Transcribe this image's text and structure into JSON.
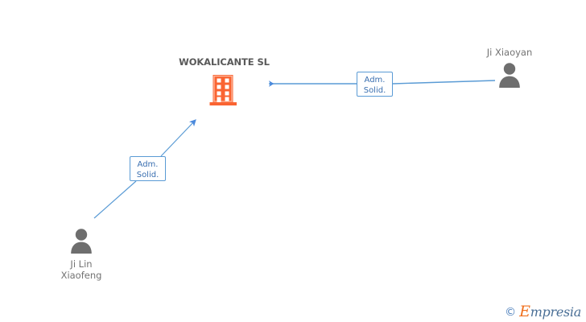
{
  "diagram": {
    "type": "corporate-relationship-graph",
    "company": {
      "name": "WOKALICANTE SL",
      "icon": "building-icon",
      "color": "#FA6432"
    },
    "persons": [
      {
        "id": "ji-xiaoyan",
        "name": "Ji Xiaoyan",
        "icon": "person-icon",
        "color": "#6E6E6E"
      },
      {
        "id": "ji-lin-xiaofeng",
        "name": "Ji Lin\nXiaofeng",
        "icon": "person-icon",
        "color": "#6E6E6E"
      }
    ],
    "relations": [
      {
        "from": "ji-xiaoyan",
        "to": "WOKALICANTE SL",
        "label": "Adm.\nSolid.",
        "color": "#5A9BD5"
      },
      {
        "from": "ji-lin-xiaofeng",
        "to": "WOKALICANTE SL",
        "label": "Adm.\nSolid.",
        "color": "#5A9BD5"
      }
    ]
  },
  "watermark": {
    "copyright": "©",
    "brand_initial": "E",
    "brand_rest": "mpresia",
    "brand_full": "Empresia"
  }
}
